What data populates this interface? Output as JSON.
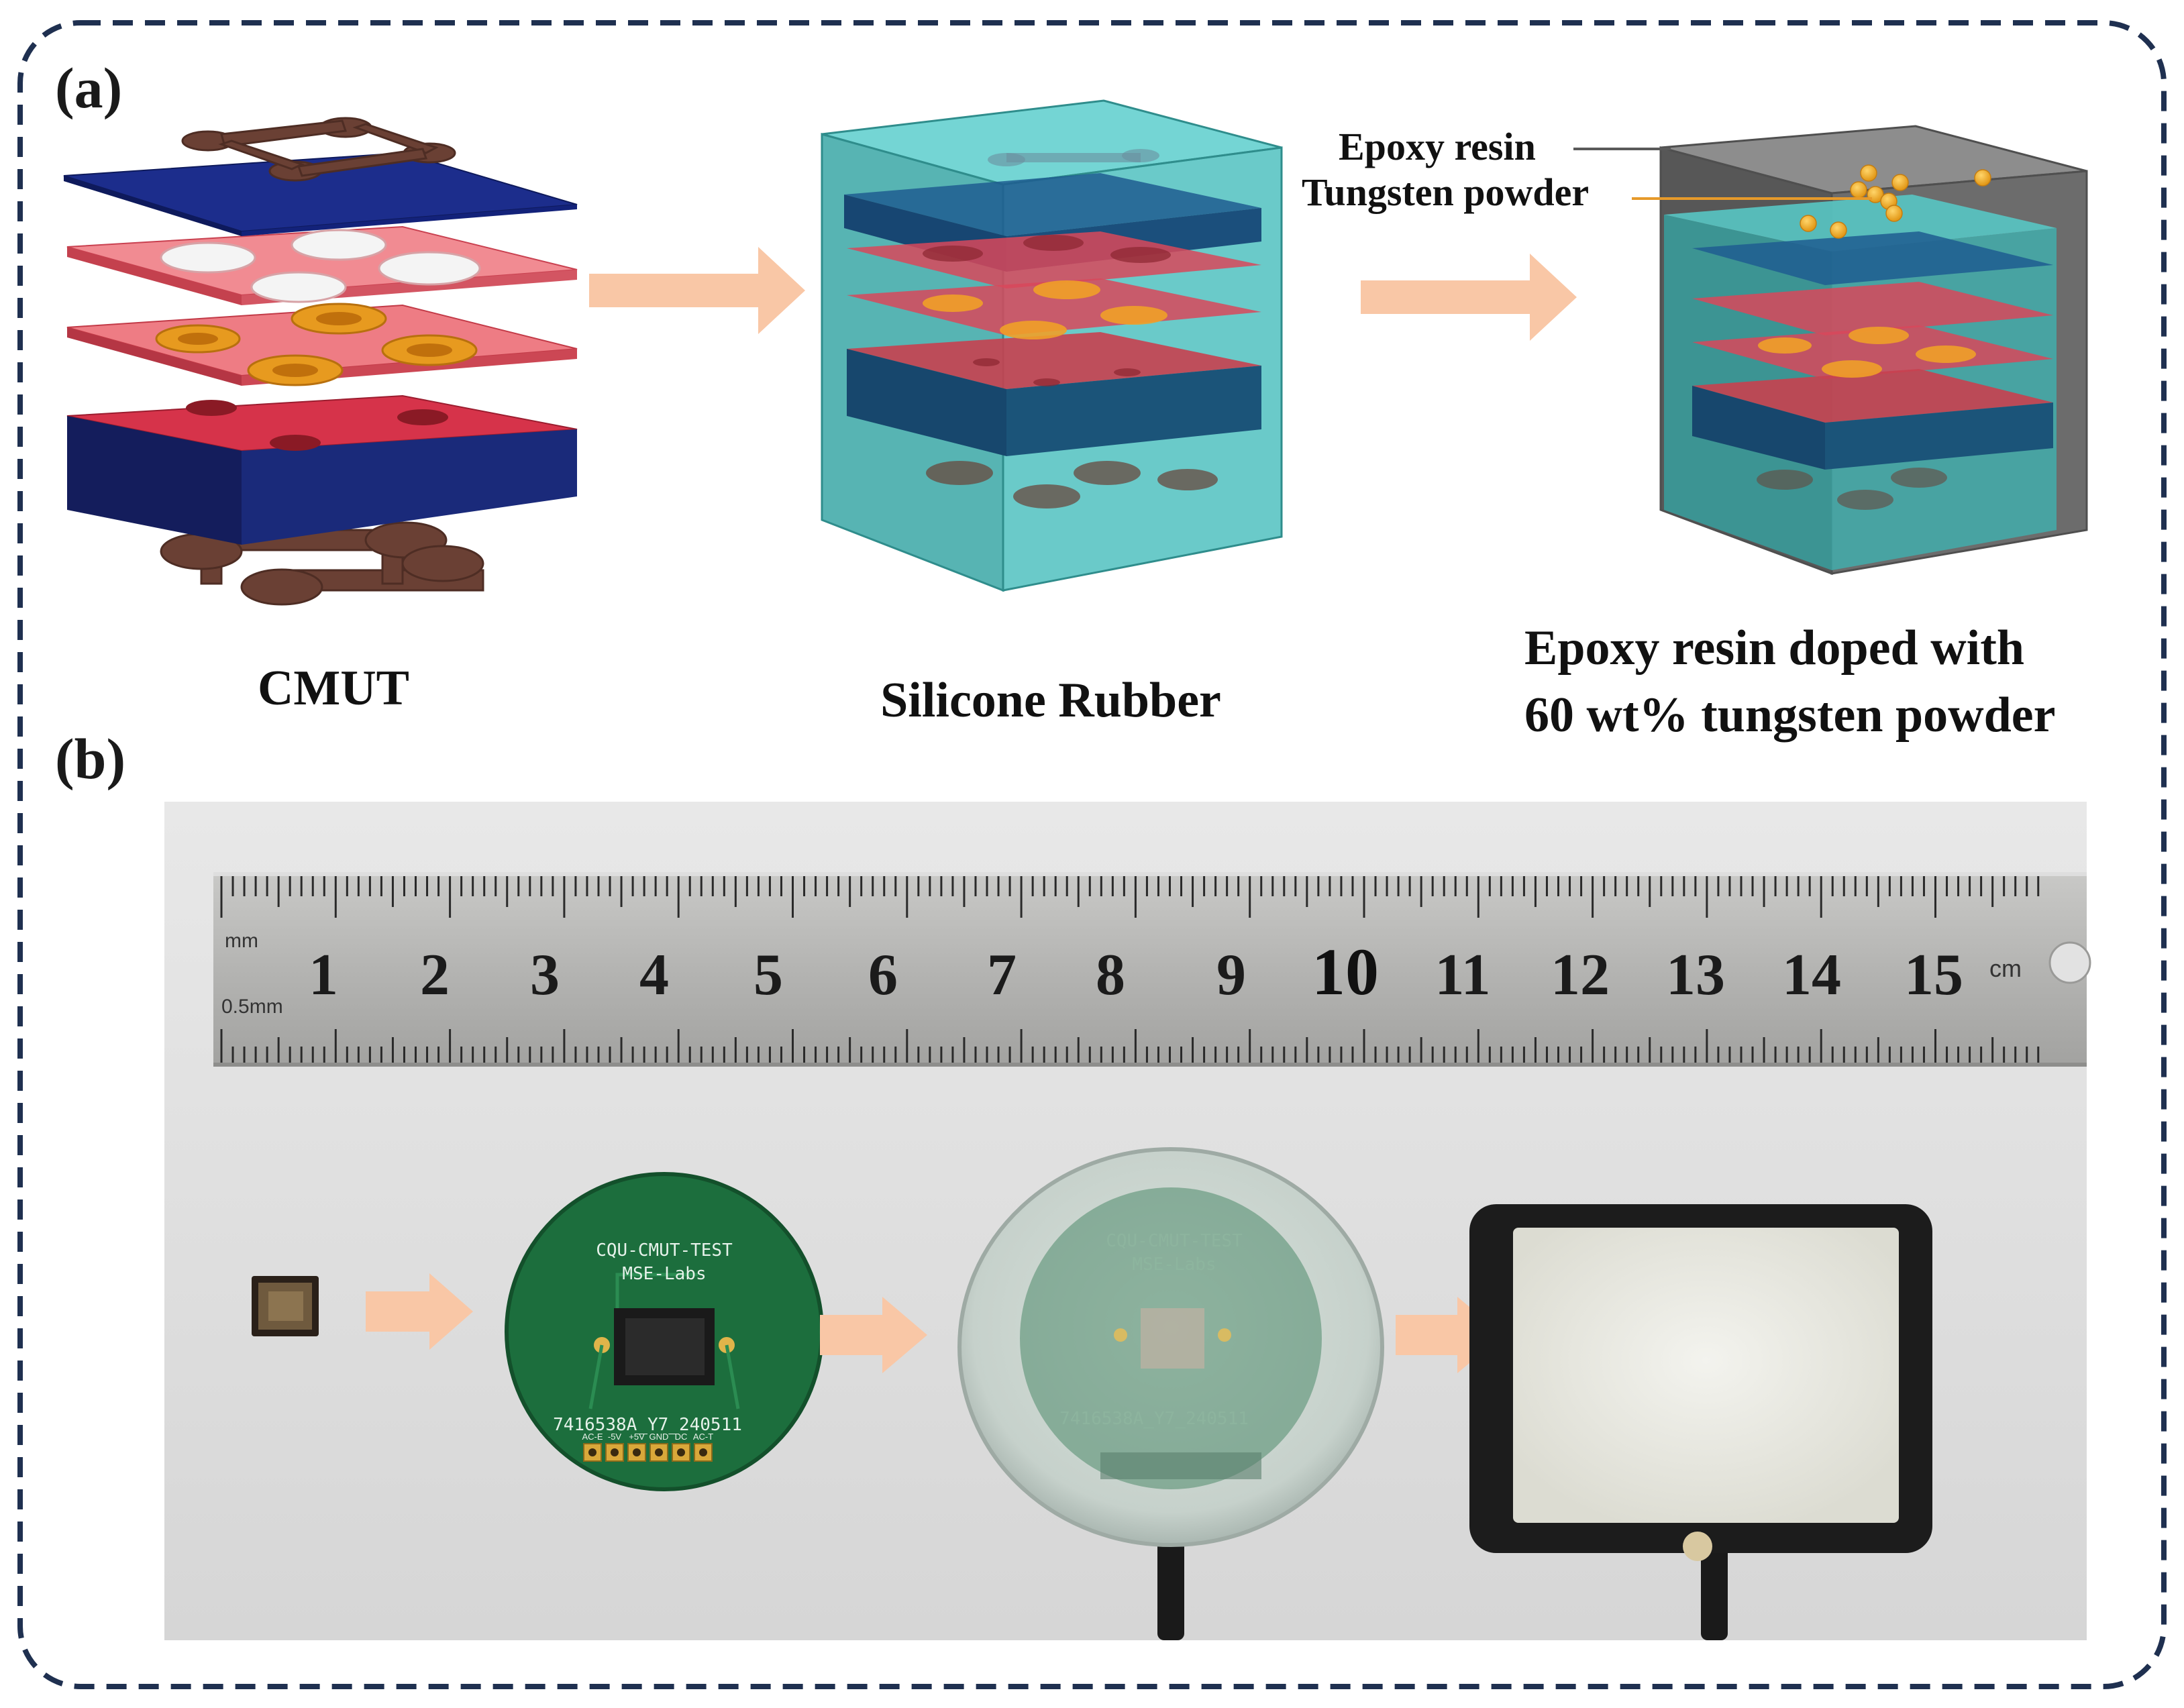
{
  "panels": {
    "a": {
      "label": "(a)"
    },
    "b": {
      "label": "(b)"
    }
  },
  "stages": {
    "cmut": "CMUT",
    "silicone": "Silicone Rubber",
    "epoxy_line1": "Epoxy resin doped with",
    "epoxy_line2": "60 wt% tungsten powder"
  },
  "callouts": {
    "epoxy_resin": "Epoxy resin",
    "tungsten_powder": "Tungsten powder"
  },
  "ruler": {
    "unit_cm": "cm",
    "unit_mm": "mm",
    "unit_half_mm": "0.5mm",
    "numbers": [
      "1",
      "2",
      "3",
      "4",
      "5",
      "6",
      "7",
      "8",
      "9",
      "10",
      "11",
      "12",
      "13",
      "14",
      "15"
    ]
  },
  "pcb": {
    "line1": "CQU-CMUT-TEST",
    "line2": "MSE-Labs",
    "serial": "7416538A_Y7_240511",
    "pins": [
      "AC-E",
      "-5V",
      "+5V",
      "GND",
      "DC",
      "AC-T"
    ]
  },
  "colors": {
    "border_dash": "#1f3050",
    "arrow": "#f9c7a6",
    "blue_plate": "#1c2d8c",
    "red_layer": "#e8505c",
    "teal": "#39b9b8",
    "gray_box": "#5f5f5f",
    "pcb_green": "#1c6e3d",
    "tungsten_dot": "#f2a932"
  }
}
